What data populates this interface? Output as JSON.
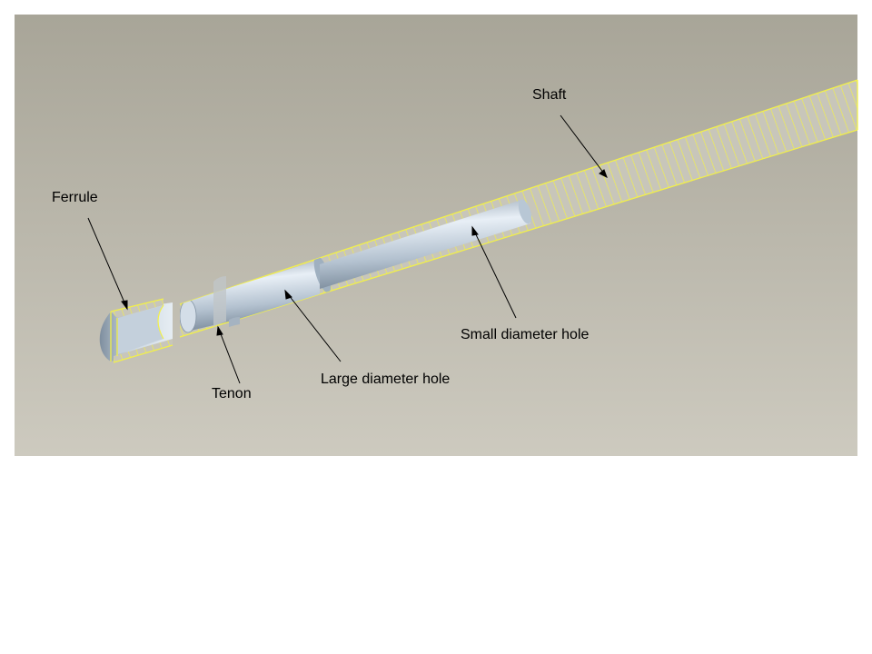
{
  "labels": {
    "shaft": "Shaft",
    "ferrule": "Ferrule",
    "small_hole": "Small diameter hole",
    "large_hole": "Large diameter hole",
    "tenon": "Tenon"
  },
  "colors": {
    "background_top": "#a8a598",
    "background_bottom": "#cdcabf",
    "hatch": "#f2f04a",
    "bore_light": "#e4ecf4",
    "bore_mid": "#b6c4d2",
    "bore_dark": "#8494a4",
    "leader": "#000000"
  }
}
